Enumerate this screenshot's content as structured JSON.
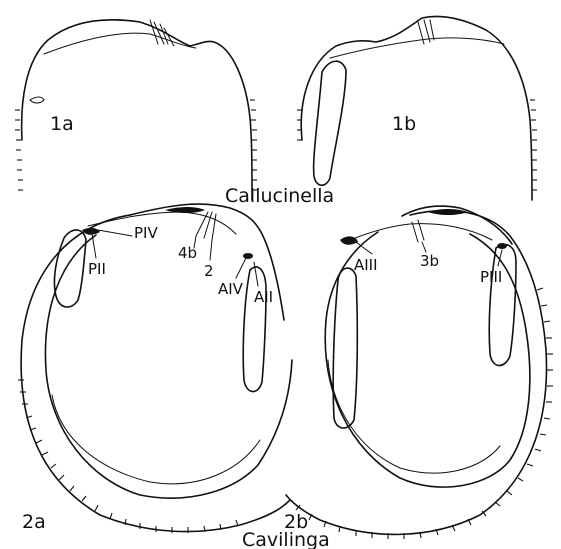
{
  "figure": {
    "panels": {
      "p1a": {
        "number": "1a"
      },
      "p1b": {
        "number": "1b"
      },
      "p2a": {
        "number": "2a"
      },
      "p2b": {
        "number": "2b"
      }
    },
    "genera": {
      "top": "Callucinella",
      "bottom": "Cavilinga"
    },
    "labels_2a": {
      "piv": "PIV",
      "b4": "4b",
      "t2": "2",
      "pii": "PII",
      "aiv": "AIV",
      "aii": "AII"
    },
    "labels_2b": {
      "b3": "3b",
      "aiii": "AIII",
      "piii": "PIII"
    }
  }
}
